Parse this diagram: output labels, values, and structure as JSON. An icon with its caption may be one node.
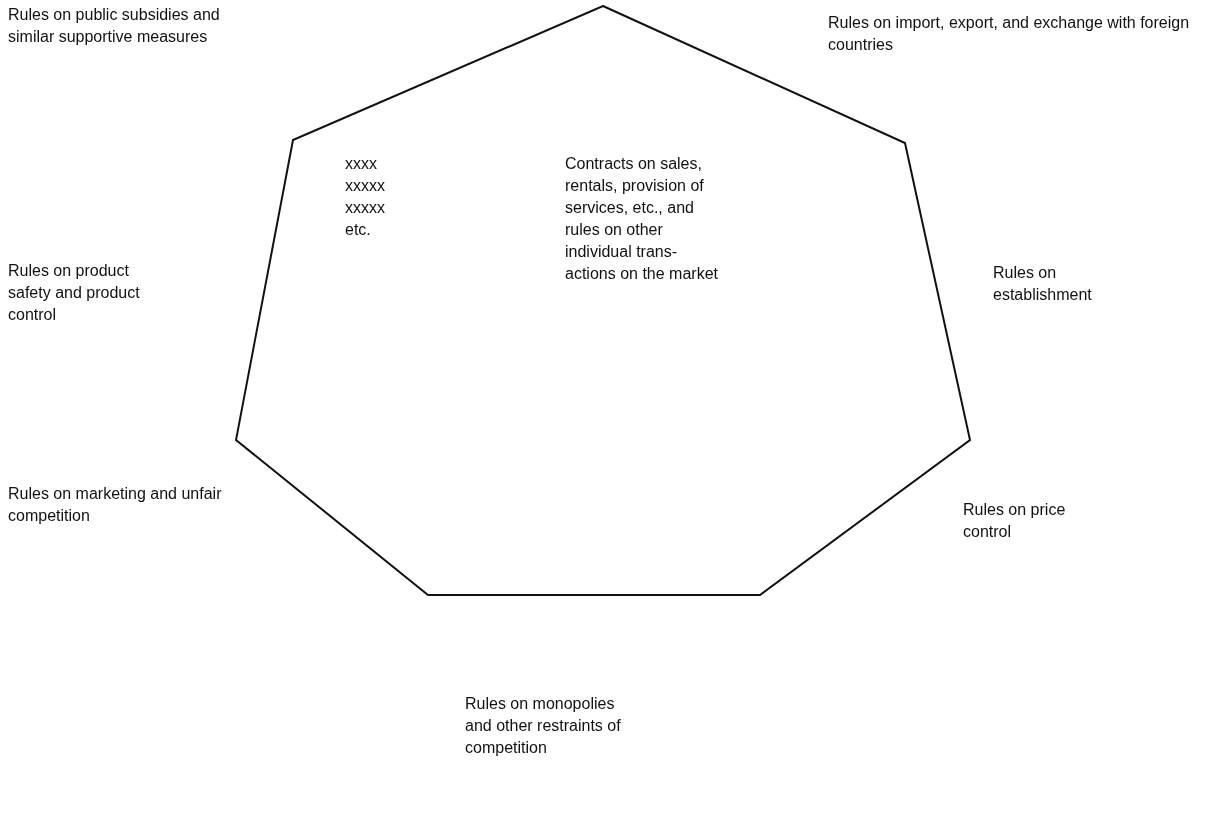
{
  "diagram": {
    "nodes": [
      {
        "text": [
          "xxxx xxxxx xxxxx etc.",
          "Contracts on sales, rentals, provision of services, etc., and rules on other individual trans- actions on the market"
        ]
      }
    ],
    "edges": [],
    "labels": [
      "Rules on public subsidies and similar supportive measures",
      "Rules on import, export, and exchange with foreign countries",
      "Rules on product safety and product control",
      "Rules on establishment",
      "Rules on marketing and unfair competition",
      "Rules on price control",
      "Rules on monopolies and other restraints of competition"
    ]
  }
}
